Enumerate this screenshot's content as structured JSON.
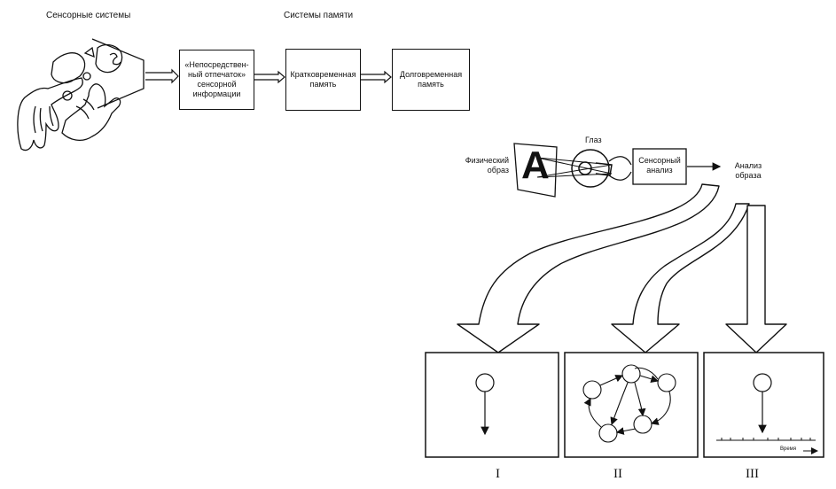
{
  "headings": {
    "sensory_systems": "Сенсорные системы",
    "memory_systems": "Системы памяти"
  },
  "memory_flow": {
    "boxes": [
      "«Непосредствен-\nный отпечаток»\nсенсорной\nинформации",
      "Кратковременная\nпамять",
      "Долговременная\nпамять"
    ]
  },
  "perception": {
    "physical_image": "Физический\nобраз",
    "letter": "A",
    "eye": "Глаз",
    "sensory_analysis": "Сенсорный\nанализ",
    "pattern_analysis": "Анализ\nобраза"
  },
  "panels": {
    "labels": [
      "I",
      "II",
      "III"
    ],
    "time_label": "Время"
  }
}
